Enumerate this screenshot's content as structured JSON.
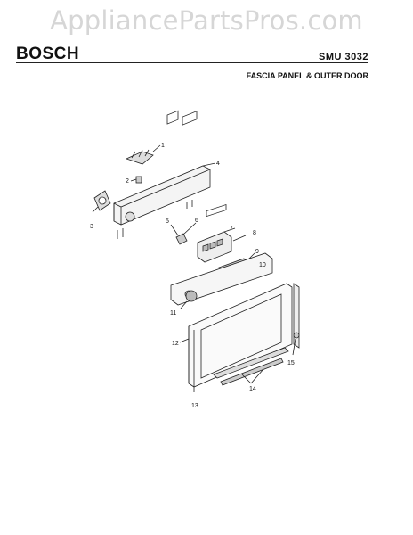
{
  "header": {
    "watermark": "AppliancePartsPros.com",
    "brand": "BOSCH",
    "model": "SMU 3032",
    "section_title": "FASCIA PANEL & OUTER DOOR"
  },
  "callouts": [
    "1",
    "2",
    "3",
    "4",
    "5",
    "6",
    "7",
    "8",
    "9",
    "10",
    "11",
    "12",
    "13",
    "14",
    "15"
  ]
}
